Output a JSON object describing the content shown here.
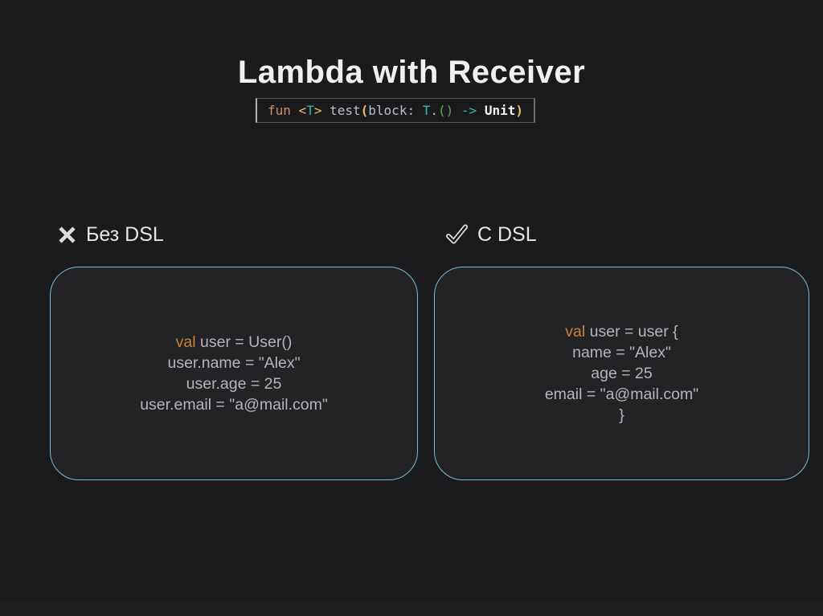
{
  "slide": {
    "title": "Lambda with Receiver",
    "background_color": "#1b1b1d",
    "panel_border_color": "#72bcd9",
    "keyword_color": "#c8823c",
    "code_text_color": "#b3b6ba"
  },
  "signature": {
    "text": "fun <T> test(block: T.() -> Unit)",
    "tokens": [
      {
        "text": "fun",
        "style": "keyword"
      },
      {
        "text": " ",
        "style": "plain"
      },
      {
        "text": "<",
        "style": "bracket"
      },
      {
        "text": "T",
        "style": "type"
      },
      {
        "text": ">",
        "style": "bracket"
      },
      {
        "text": " test",
        "style": "plain"
      },
      {
        "text": "(",
        "style": "paren"
      },
      {
        "text": "block: ",
        "style": "plain"
      },
      {
        "text": "T",
        "style": "type"
      },
      {
        "text": ".",
        "style": "plain"
      },
      {
        "text": "()",
        "style": "green"
      },
      {
        "text": " ",
        "style": "plain"
      },
      {
        "text": "->",
        "style": "arrow"
      },
      {
        "text": " ",
        "style": "plain"
      },
      {
        "text": "Unit",
        "style": "unit"
      },
      {
        "text": ")",
        "style": "paren"
      }
    ]
  },
  "sections": {
    "left": {
      "icon": "x-mark-icon",
      "label": "Без DSL",
      "code_lines": [
        {
          "tokens": [
            {
              "text": "val",
              "style": "val"
            },
            {
              "text": " user = User()",
              "style": "code"
            }
          ]
        },
        {
          "tokens": [
            {
              "text": "user.name = \"Alex\"",
              "style": "code"
            }
          ]
        },
        {
          "tokens": [
            {
              "text": "user.age = 25",
              "style": "code"
            }
          ]
        },
        {
          "tokens": [
            {
              "text": "user.email = \"a@mail.com\"",
              "style": "code"
            }
          ]
        }
      ]
    },
    "right": {
      "icon": "check-icon",
      "label": "С DSL",
      "code_lines": [
        {
          "tokens": [
            {
              "text": "val",
              "style": "val"
            },
            {
              "text": " user = user {",
              "style": "code"
            }
          ]
        },
        {
          "tokens": [
            {
              "text": "name = \"Alex\"",
              "style": "code"
            }
          ]
        },
        {
          "tokens": [
            {
              "text": "age = 25",
              "style": "code"
            }
          ]
        },
        {
          "tokens": [
            {
              "text": "email = \"a@mail.com\"",
              "style": "code"
            }
          ]
        },
        {
          "tokens": [
            {
              "text": "}",
              "style": "code"
            }
          ]
        }
      ]
    }
  }
}
